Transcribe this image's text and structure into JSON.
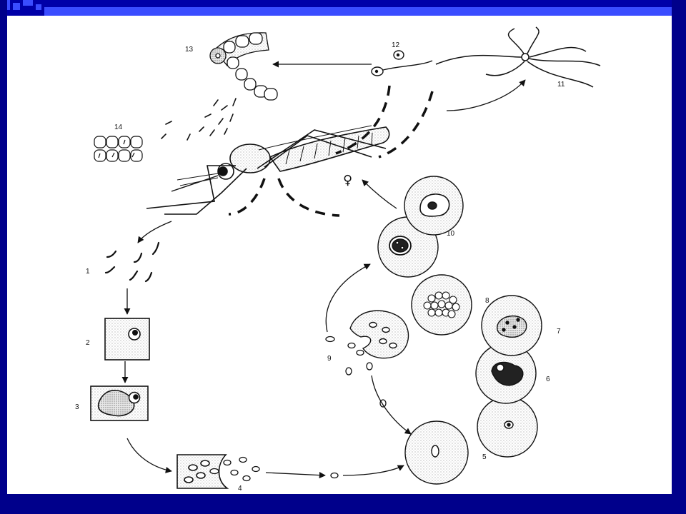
{
  "labels": {
    "l1": "1",
    "l2": "2",
    "l3": "3",
    "l4": "4",
    "l5": "5",
    "l6": "6",
    "l7": "7",
    "l8": "8",
    "l9": "9",
    "l10": "10",
    "l11": "11",
    "l12": "12",
    "l13": "13",
    "l14": "14",
    "female": "♀"
  },
  "colors": {
    "frame": "#00008b",
    "accent": "#3a4cff",
    "ink": "#111111",
    "stipple": "#bdbdbd",
    "canvas": "#ffffff"
  }
}
